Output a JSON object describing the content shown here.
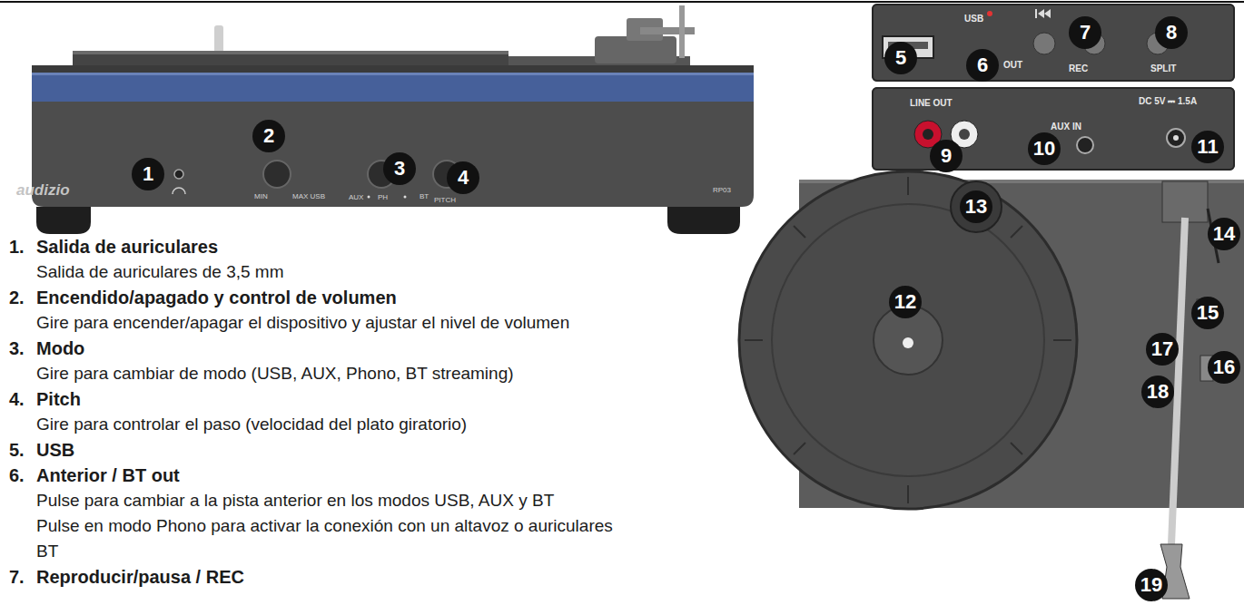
{
  "diagram": {
    "nodes": [
      {
        "text": [
          "USB",
          "OUT",
          "REC",
          "SPLIT"
        ]
      },
      {
        "text": [
          "LINE OUT",
          "AUX IN",
          "DC 5V ⎓ 1.5A"
        ]
      }
    ],
    "labels": [
      "audizio",
      "MIN",
      "MAX USB",
      "AUX",
      "PH",
      "BT",
      "PITCH",
      "RP03",
      "1",
      "2",
      "3",
      "4",
      "5",
      "6",
      "7",
      "8",
      "9",
      "10",
      "11",
      "12",
      "13",
      "14",
      "15",
      "16",
      "17",
      "18",
      "19",
      "1.",
      "Salida de auriculares",
      "Salida de auriculares de 3,5 mm",
      "2.",
      "Encendido/apagado y control de volumen",
      "Gire para encender/apagar el dispositivo y ajustar el nivel de volumen",
      "3.",
      "Modo",
      "Gire para cambiar de modo (USB, AUX, Phono, BT streaming)",
      "4.",
      "Pitch",
      "Gire para controlar el paso (velocidad del plato giratorio)",
      "5.",
      "USB",
      "6.",
      "Anterior / BT out",
      "Pulse para cambiar a la pista anterior en los modos USB, AUX y BT",
      "Pulse en modo Phono para activar la conexión con un altavoz o auriculares BT",
      "7.",
      "Reproducir/pausa / REC"
    ]
  }
}
